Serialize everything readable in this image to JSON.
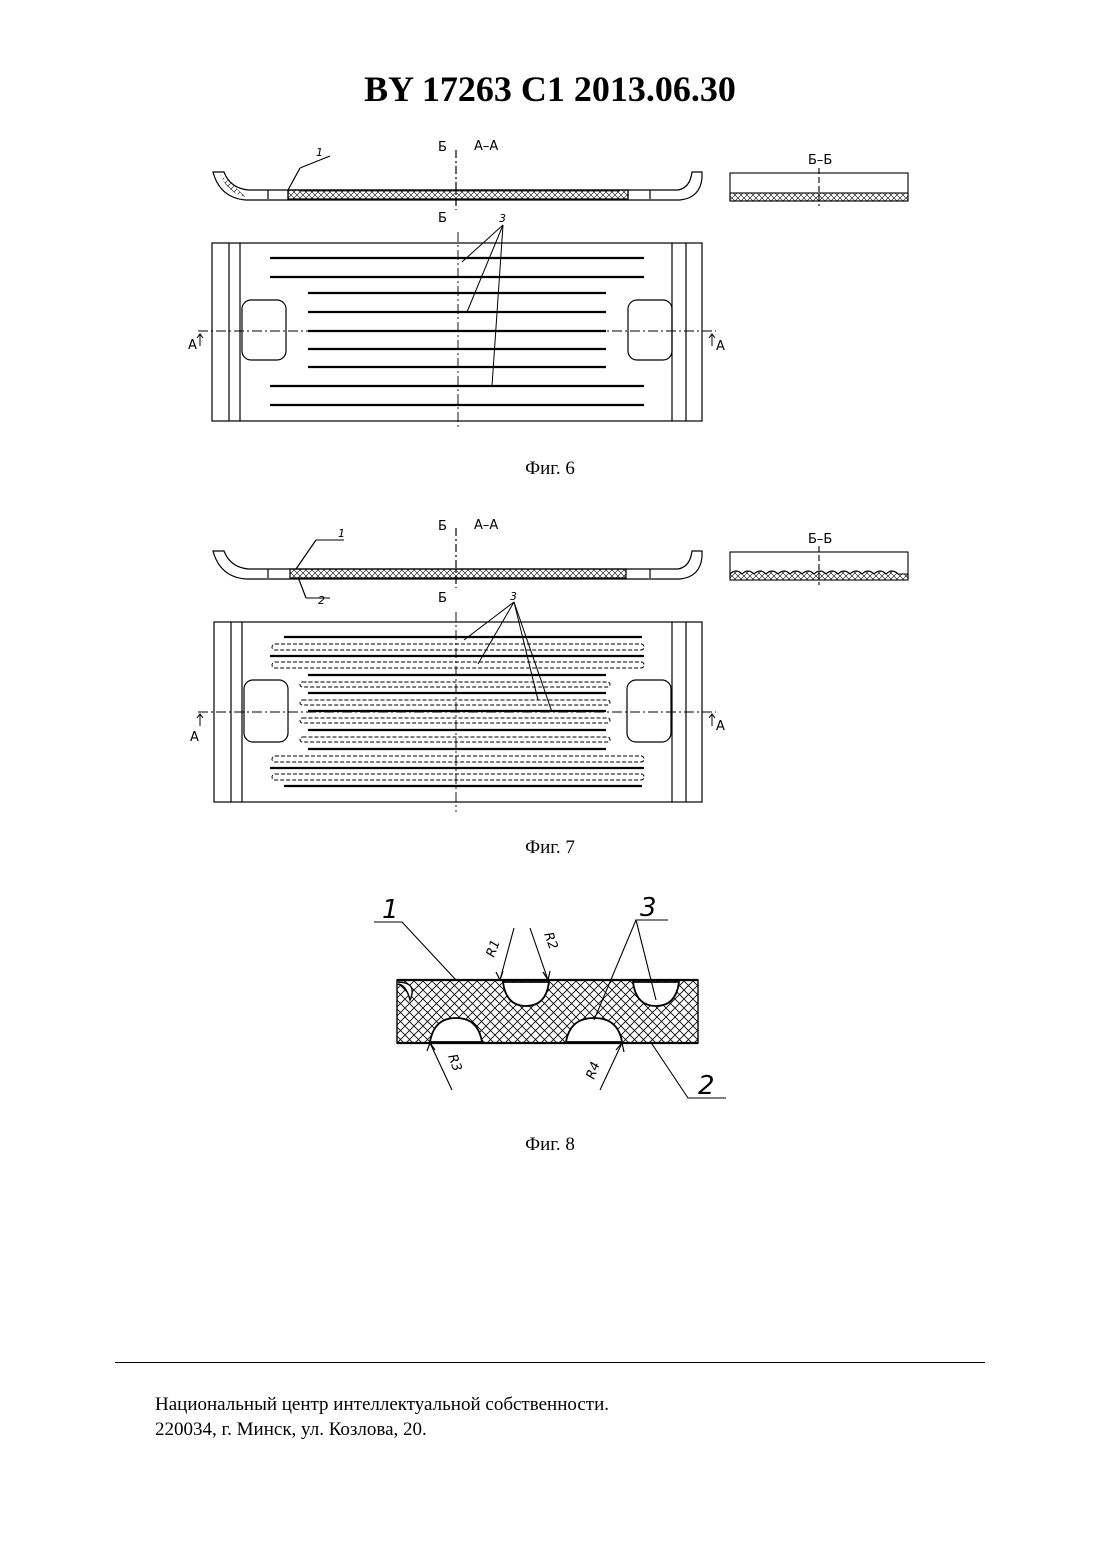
{
  "header": {
    "patent_id": "BY 17263 C1 2013.06.30"
  },
  "figures": [
    {
      "caption": "Фиг. 6",
      "section_main": "А–А",
      "section_side": "Б–Б",
      "mark_A": "А",
      "mark_B": "Б",
      "callouts": [
        "1",
        "3"
      ]
    },
    {
      "caption": "Фиг. 7",
      "section_main": "А–А",
      "section_side": "Б–Б",
      "mark_A": "А",
      "mark_B": "Б",
      "callouts": [
        "1",
        "2",
        "3"
      ]
    },
    {
      "caption": "Фиг. 8",
      "callouts": [
        "1",
        "2",
        "3"
      ],
      "radii": [
        "R1",
        "R2",
        "R3",
        "R4"
      ]
    }
  ],
  "footer": {
    "line1": "Национальный центр интеллектуальной собственности.",
    "line2": "220034, г. Минск, ул. Козлова, 20."
  }
}
